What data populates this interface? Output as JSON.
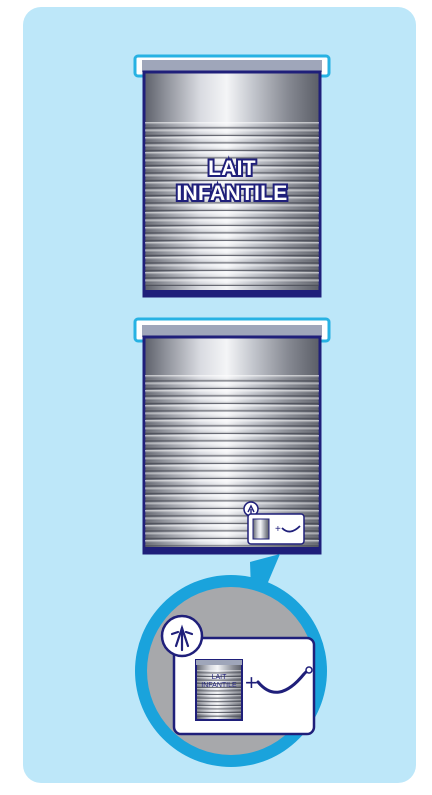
{
  "panel": {
    "background": "#bde7f9"
  },
  "top_can": {
    "label_line1": "LAIT",
    "label_line2": "INFANTILE"
  },
  "zoom": {
    "mini_label_line1": "LAIT",
    "mini_label_line2": "INFANTILE",
    "plus_sign": "+"
  },
  "icons": [
    "triman-icon",
    "sorting-can-icon",
    "pan-icon"
  ],
  "colors": {
    "navy": "#1f1f7a",
    "lid_outline": "#27b2e3",
    "magnifier": "#1aa3dc",
    "metal_light": "#e8e9ed",
    "metal_dark": "#6c6f78"
  }
}
